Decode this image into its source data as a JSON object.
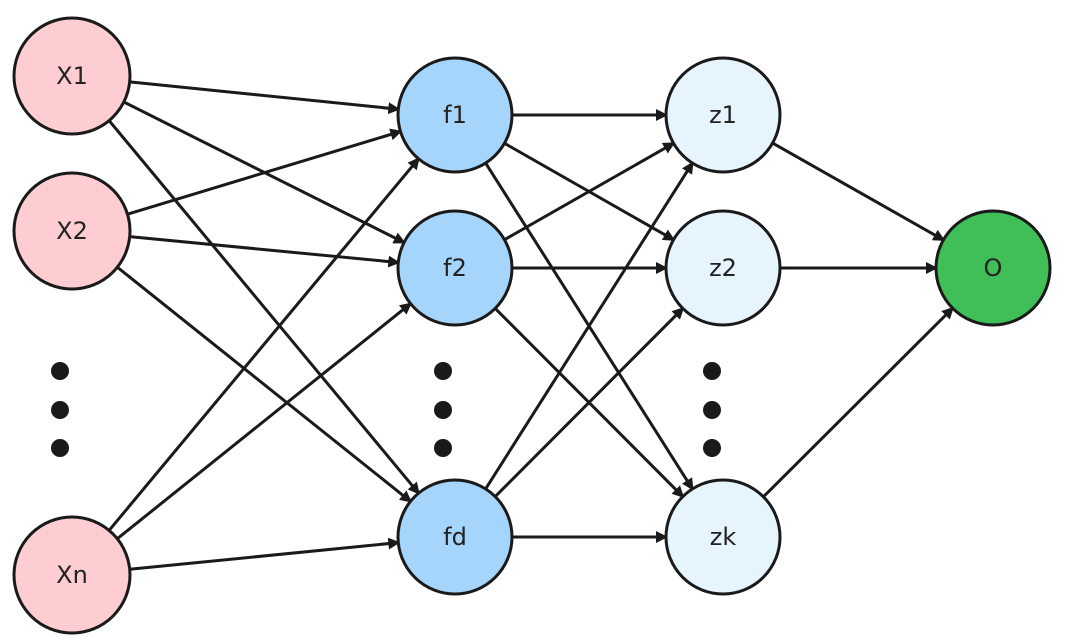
{
  "colors": {
    "input": "#fdcdd2",
    "hidden1": "#a6d5fb",
    "hidden2": "#e6f4fe",
    "output": "#40bf59",
    "stroke": "#1a1a1a"
  },
  "layers": {
    "input": [
      "X1",
      "X2",
      "Xn"
    ],
    "hidden1": [
      "f1",
      "f2",
      "fd"
    ],
    "hidden2": [
      "z1",
      "z2",
      "zk"
    ],
    "output": [
      "O"
    ]
  }
}
